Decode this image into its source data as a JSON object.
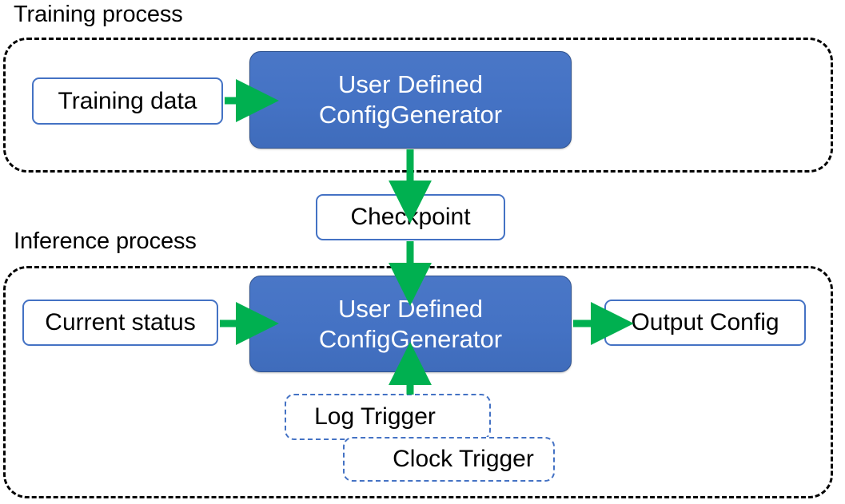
{
  "diagram": {
    "title_training": "Training process",
    "title_inference": "Inference process",
    "colors": {
      "blue_fill": "#4472C4",
      "blue_border": "#2F528F",
      "box_outline": "#4472C4",
      "arrow_green": "#00B050",
      "container_dash": "#000000",
      "text_dark": "#000000",
      "text_light": "#FFFFFF"
    },
    "nodes": {
      "training_data": "Training data",
      "config_generator_training": "User Defined\nConfigGenerator",
      "config_generator_training_line1": "User Defined",
      "config_generator_training_line2": "ConfigGenerator",
      "checkpoint": "Checkpoint",
      "current_status": "Current status",
      "config_generator_inference_line1": "User Defined",
      "config_generator_inference_line2": "ConfigGenerator",
      "output_config": "Output Config",
      "log_trigger": "Log Trigger",
      "clock_trigger": "Clock Trigger"
    },
    "edges": [
      {
        "from": "training_data",
        "to": "config_generator_training",
        "direction": "right"
      },
      {
        "from": "config_generator_training",
        "to": "checkpoint",
        "direction": "down"
      },
      {
        "from": "checkpoint",
        "to": "config_generator_inference",
        "direction": "down"
      },
      {
        "from": "current_status",
        "to": "config_generator_inference",
        "direction": "right"
      },
      {
        "from": "config_generator_inference",
        "to": "output_config",
        "direction": "right"
      },
      {
        "from": "log_trigger",
        "to": "config_generator_inference",
        "direction": "up"
      }
    ]
  }
}
